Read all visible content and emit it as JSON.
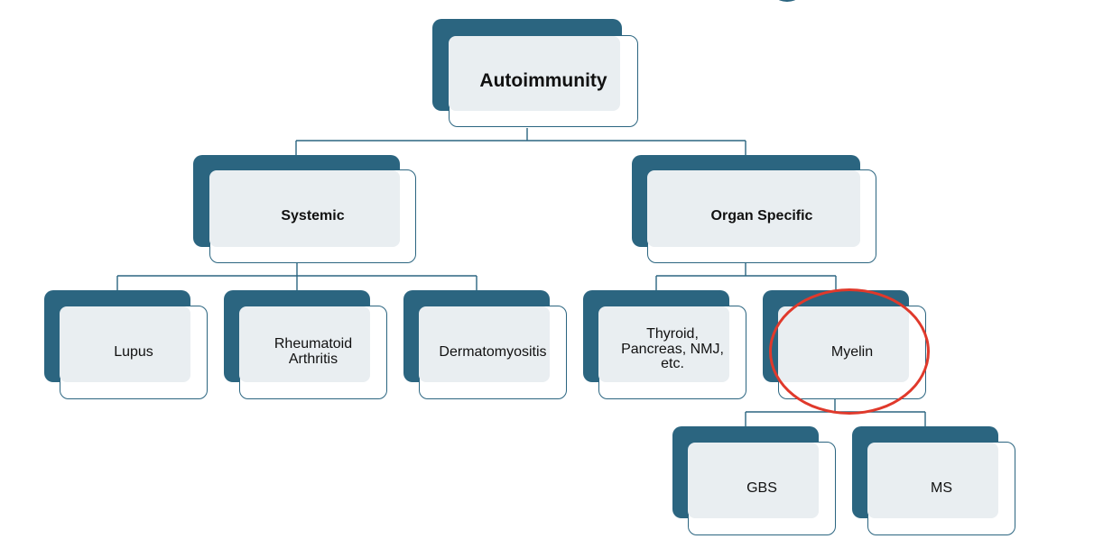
{
  "diagram": {
    "root": {
      "label": "Autoimmunity"
    },
    "systemic": {
      "label": "Systemic"
    },
    "organ_specific": {
      "label": "Organ Specific"
    },
    "lupus": {
      "label": "Lupus"
    },
    "ra": {
      "label": "Rheumatoid\nArthritis"
    },
    "dermatomyositis": {
      "label": "Dermatomyositis"
    },
    "thyroid": {
      "label": "Thyroid,\nPancreas, NMJ,\netc."
    },
    "myelin": {
      "label": "Myelin"
    },
    "gbs": {
      "label": "GBS"
    },
    "ms": {
      "label": "MS"
    }
  },
  "colors": {
    "node_dark": "#2b6580",
    "node_light": "#e9eef1",
    "highlight": "#e0392b"
  }
}
